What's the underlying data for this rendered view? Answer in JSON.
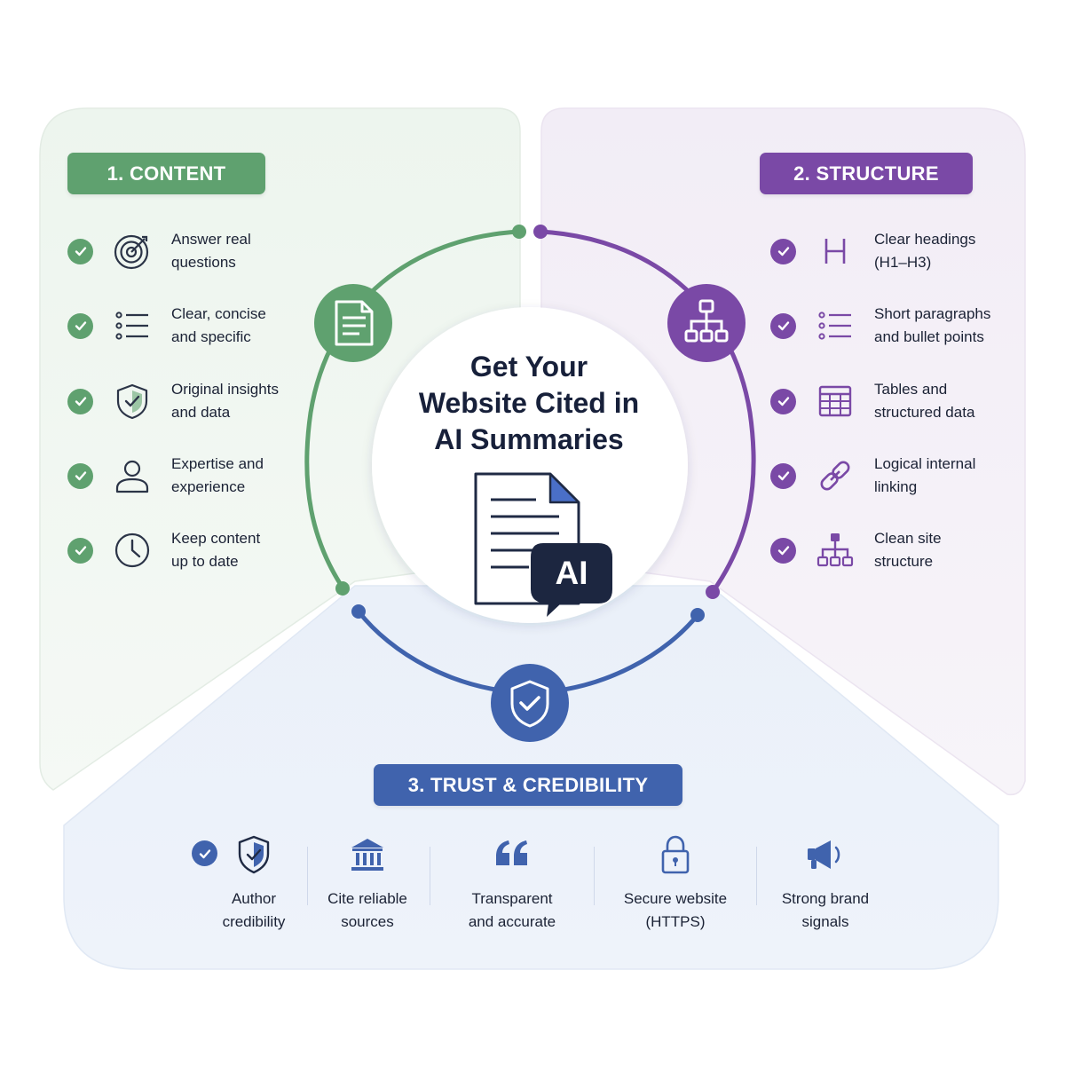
{
  "title": "Get Your\nWebsite Cited in\nAI Summaries",
  "ai_badge": "AI",
  "colors": {
    "content": "#5fa16f",
    "structure": "#7a49a6",
    "trust": "#4063ad",
    "title": "#17203a"
  },
  "content": {
    "label": "1. CONTENT",
    "items": [
      {
        "label": "Answer real\nquestions",
        "icon": "target-icon"
      },
      {
        "label": "Clear, concise\nand specific",
        "icon": "list-icon"
      },
      {
        "label": "Original insights\nand data",
        "icon": "shield-check-icon"
      },
      {
        "label": "Expertise and\nexperience",
        "icon": "person-icon"
      },
      {
        "label": "Keep content\nup to date",
        "icon": "clock-icon"
      }
    ]
  },
  "structure": {
    "label": "2. STRUCTURE",
    "items": [
      {
        "label": "Clear headings\n(H1–H3)",
        "icon": "heading-icon"
      },
      {
        "label": "Short paragraphs\nand bullet points",
        "icon": "bullet-list-icon"
      },
      {
        "label": "Tables and\nstructured data",
        "icon": "table-icon"
      },
      {
        "label": "Logical internal\nlinking",
        "icon": "link-icon"
      },
      {
        "label": "Clean site\nstructure",
        "icon": "sitemap-icon"
      }
    ]
  },
  "trust": {
    "label": "3. TRUST & CREDIBILITY",
    "items": [
      {
        "label": "Author\ncredibility",
        "icon": "author-shield-icon"
      },
      {
        "label": "Cite reliable\nsources",
        "icon": "institution-icon"
      },
      {
        "label": "Transparent\nand accurate",
        "icon": "quote-icon"
      },
      {
        "label": "Secure website\n(HTTPS)",
        "icon": "padlock-icon"
      },
      {
        "label": "Strong brand\nsignals",
        "icon": "megaphone-icon"
      }
    ]
  }
}
